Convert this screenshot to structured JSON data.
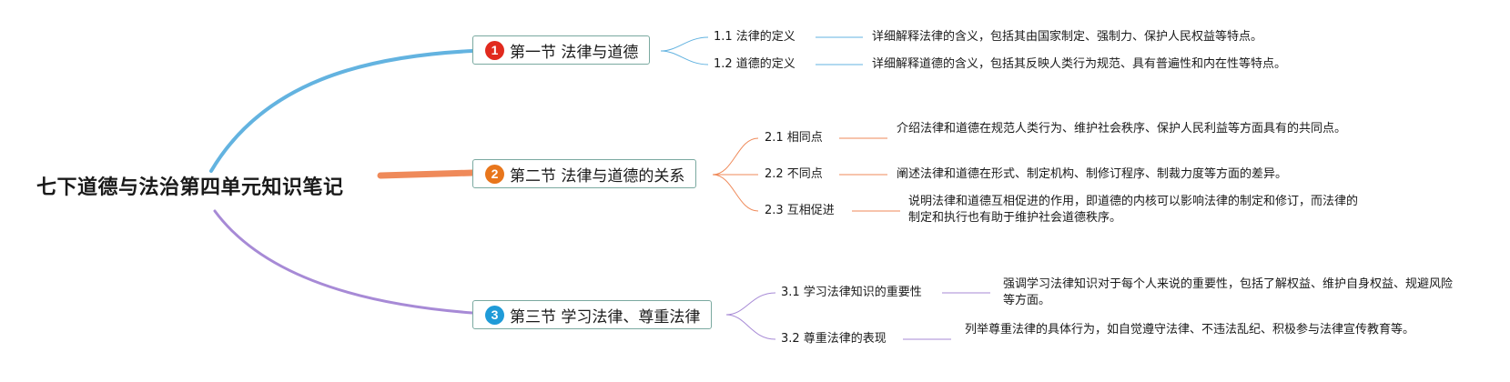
{
  "title": "七下道德与法治第四单元知识笔记",
  "colors": {
    "branch1": "#63b3e0",
    "branch2": "#ef8a5a",
    "branch3": "#a78ad6",
    "badge1": "#e12a1e",
    "badge2": "#e8761c",
    "badge3": "#1f9bd8",
    "topic_border": "#7aa9a0"
  },
  "sections": [
    {
      "number": "1",
      "title": "第一节 法律与道德",
      "items": [
        {
          "label": "1.1 法律的定义",
          "desc": "详细解释法律的含义，包括其由国家制定、强制力、保护人民权益等特点。"
        },
        {
          "label": "1.2 道德的定义",
          "desc": "详细解释道德的含义，包括其反映人类行为规范、具有普遍性和内在性等特点。"
        }
      ]
    },
    {
      "number": "2",
      "title": "第二节 法律与道德的关系",
      "items": [
        {
          "label": "2.1 相同点",
          "desc": "介绍法律和道德在规范人类行为、维护社会秩序、保护人民利益等方面具有的共同点。"
        },
        {
          "label": "2.2 不同点",
          "desc": "阐述法律和道德在形式、制定机构、制修订程序、制裁力度等方面的差异。"
        },
        {
          "label": "2.3 互相促进",
          "desc": "说明法律和道德互相促进的作用，即道德的内核可以影响法律的制定和修订，而法律的制定和执行也有助于维护社会道德秩序。"
        }
      ]
    },
    {
      "number": "3",
      "title": "第三节 学习法律、尊重法律",
      "items": [
        {
          "label": "3.1 学习法律知识的重要性",
          "desc": "强调学习法律知识对于每个人来说的重要性，包括了解权益、维护自身权益、规避风险等方面。"
        },
        {
          "label": "3.2 尊重法律的表现",
          "desc": "列举尊重法律的具体行为，如自觉遵守法律、不违法乱纪、积极参与法律宣传教育等。"
        }
      ]
    }
  ]
}
